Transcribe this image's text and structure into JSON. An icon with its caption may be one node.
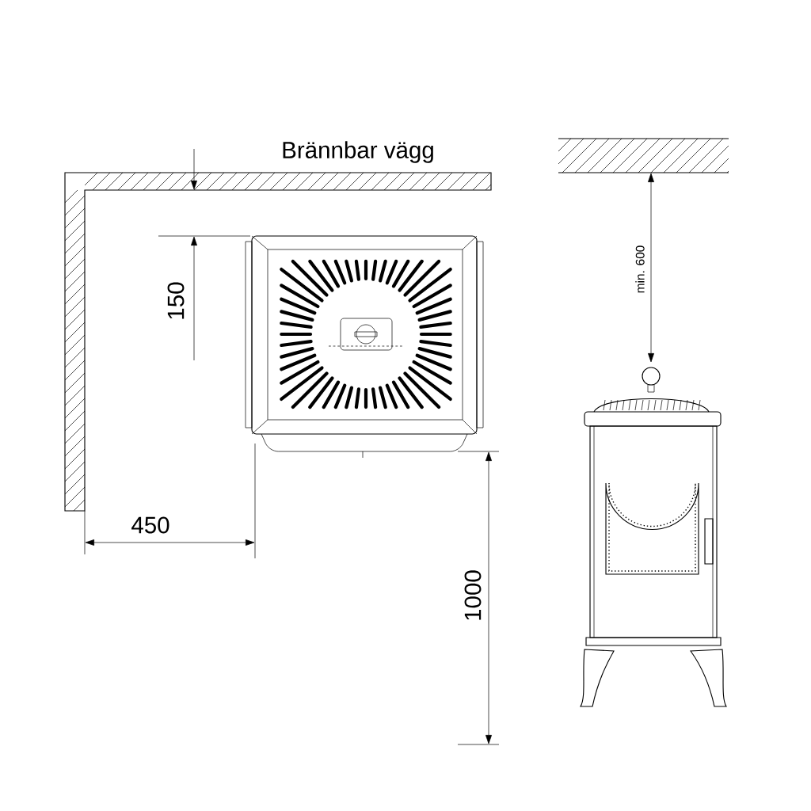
{
  "diagram": {
    "labels": [
      "Brännbar vägg",
      "150",
      "450",
      "1000",
      "min. 600"
    ]
  }
}
